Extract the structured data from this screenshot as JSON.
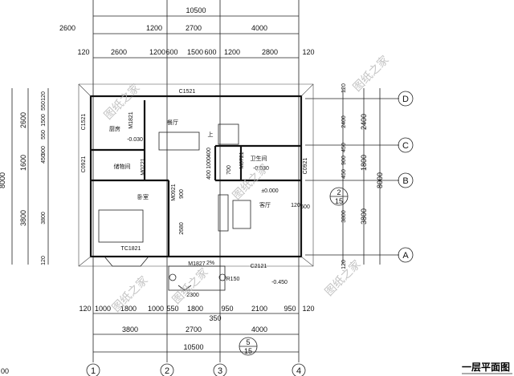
{
  "title": "一层平面图",
  "watermark": "图纸之家",
  "axes": {
    "columns": [
      "1",
      "2",
      "3",
      "4"
    ],
    "rows": [
      "D",
      "C",
      "B",
      "A"
    ]
  },
  "dims": {
    "top_total": "10500",
    "top_row2": [
      "2600",
      "1200",
      "2700",
      "4000"
    ],
    "top_row3": [
      "120",
      "2600",
      "1200",
      "600",
      "1500",
      "600",
      "1200",
      "2800",
      "120"
    ],
    "bottom_row1": [
      "120",
      "1000",
      "1800",
      "1000",
      "550",
      "1800",
      "950",
      "2100",
      "950",
      "120"
    ],
    "bottom_extra": "350",
    "bottom_row2": [
      "3800",
      "2700",
      "4000"
    ],
    "bottom_total": "10500",
    "left_total": "8000",
    "left_mid": [
      "2600",
      "1600",
      "3800"
    ],
    "left_inner": [
      "120",
      "550",
      "1500",
      "550",
      "900",
      "450",
      "3800",
      "120"
    ],
    "right_inner": [
      "120",
      "2400",
      "450",
      "900",
      "450",
      "3800",
      "120"
    ],
    "right_mid": [
      "2400",
      "1800",
      "3800"
    ],
    "right_total": "8000",
    "partial_left": "00"
  },
  "rooms": {
    "kitchen": "厨房",
    "dining": "餐厅",
    "storage": "储物间",
    "bedroom": "卧室",
    "bathroom": "卫生间",
    "living": "客厅"
  },
  "labels": {
    "c1521_top": "C1521",
    "c1521_left": "C1521",
    "c0921_left": "C0921",
    "c0921_right": "C0921",
    "m1821": "M1821",
    "m0721_a": "M0721",
    "m0721_b": "M0721",
    "m0921": "M0921",
    "tc1821": "TC1821",
    "m1827": "M1827",
    "c2121": "C2121",
    "lvl_kitchen": "-0.030",
    "lvl_bath": "-0.030",
    "lvl_living": "±0.000",
    "lvl_outside": "-0.450",
    "r150": "R150",
    "d900": "900",
    "d2680": "2680",
    "d1000": "1000",
    "d400a": "400",
    "d400b": "400",
    "d700": "700",
    "d2300": "2300",
    "d600": "600",
    "d120": "120",
    "up": "上",
    "slope": "2%"
  },
  "callouts": [
    {
      "num": "2",
      "den": "15"
    },
    {
      "num": "5",
      "den": "15"
    }
  ]
}
